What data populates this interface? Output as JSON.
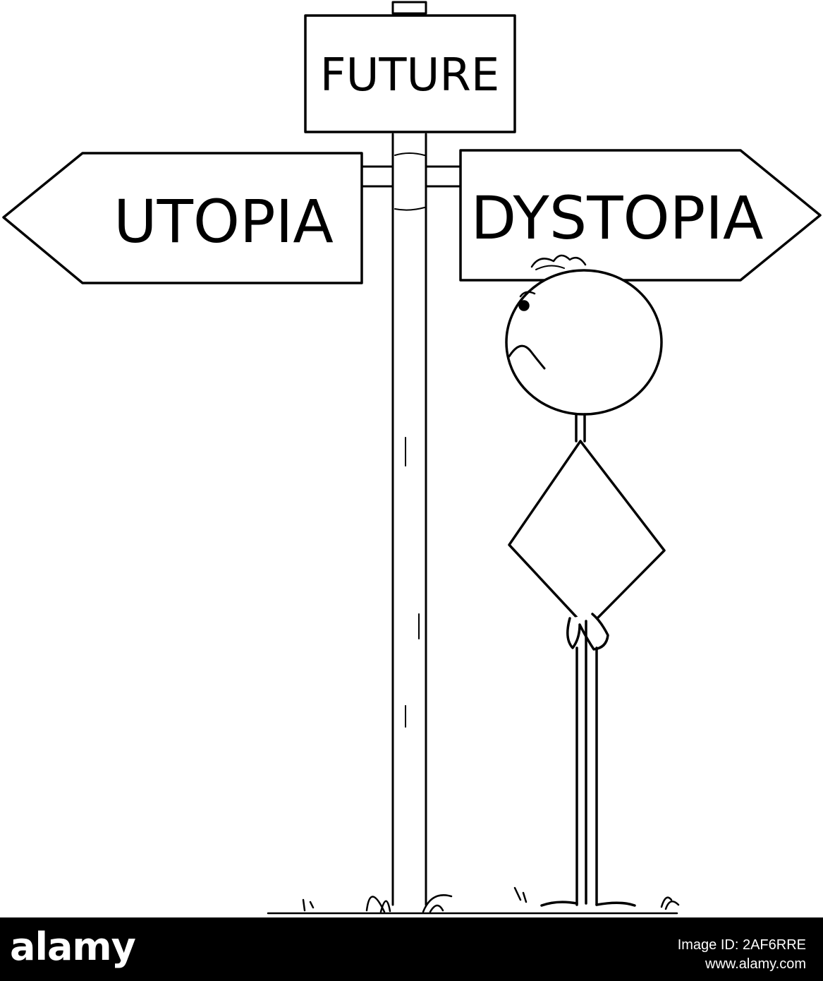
{
  "signs": {
    "top": "FUTURE",
    "left": "UTOPIA",
    "right": "DYSTOPIA"
  },
  "footer": {
    "logo_text": "alamy",
    "image_id_line": "Image ID: 2AF6RRE",
    "url": "www.alamy.com"
  }
}
